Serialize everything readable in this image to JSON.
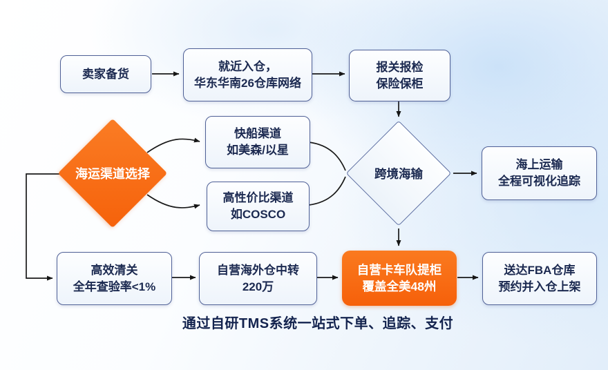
{
  "diagram_title": "通过自研TMS系统一站式下单、追踪、支付",
  "colors": {
    "orange": "#F8690F",
    "box_fill": "#F2F7FC",
    "box_border": "#4F6096",
    "text_navy": "#1B2950",
    "arrow": "#1A1A1A",
    "background_blue": "#D8E8F8"
  },
  "nodes": {
    "seller": {
      "lines": [
        "卖家备货"
      ]
    },
    "inbound": {
      "lines": [
        "就近入仓，",
        "华东华南26仓库网络"
      ]
    },
    "customs_declare": {
      "lines": [
        "报关报检",
        "保险保柜"
      ]
    },
    "channel_select": {
      "lines": [
        "海运渠道选择"
      ]
    },
    "fast_channel": {
      "lines": [
        "快船渠道",
        "如美森/以星"
      ]
    },
    "value_channel": {
      "lines": [
        "高性价比渠道",
        "如COSCO"
      ]
    },
    "cross_border": {
      "lines": [
        "跨境海输"
      ]
    },
    "sea_transport": {
      "lines": [
        "海上运输",
        "全程可视化追踪"
      ]
    },
    "customs_clear": {
      "lines": [
        "高效清关",
        "全年查验率<1%"
      ]
    },
    "overseas_hub": {
      "lines": [
        "自营海外仓中转",
        "220万"
      ]
    },
    "truck_fleet": {
      "lines": [
        "自营卡车队提柜",
        "覆盖全美48州"
      ]
    },
    "fba_delivery": {
      "lines": [
        "送达FBA仓库",
        "预约并入仓上架"
      ]
    }
  }
}
